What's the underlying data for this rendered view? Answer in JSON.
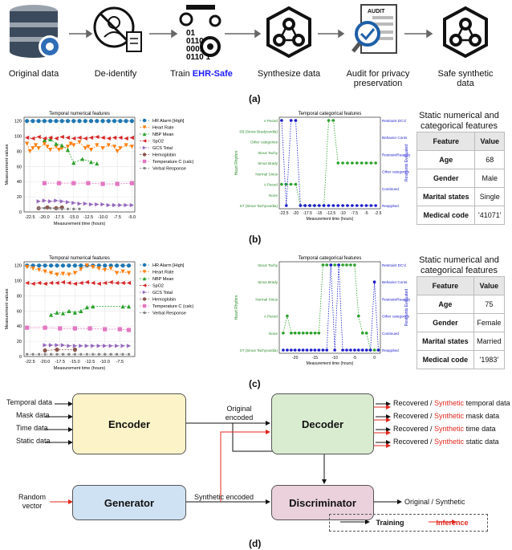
{
  "panel_a": {
    "stages": [
      {
        "label": "Original data",
        "icon": "database-gear-icon"
      },
      {
        "label": "De-identify",
        "icon": "no-person-document-icon"
      },
      {
        "label_prefix": "Train ",
        "label_highlight": "EHR-Safe",
        "binary": [
          "01",
          "0110",
          "0001",
          "0110 1"
        ],
        "icon": "binary-gear-icon"
      },
      {
        "label": "Synthesize data",
        "icon": "network-hexagon-icon"
      },
      {
        "label": "Audit for privacy preservation",
        "audit_text": "AUDIT",
        "icon": "audit-document-icon"
      },
      {
        "label": "Safe synthetic data",
        "icon": "network-hexagon-icon"
      }
    ],
    "panel_label": "(a)",
    "highlight_color": "#1a1aff"
  },
  "panel_b": {
    "panel_label": "(b)",
    "static_title": "Static numerical and categorical features",
    "table_header": [
      "Feature",
      "Value"
    ],
    "table_rows": [
      [
        "Age",
        "68"
      ],
      [
        "Gender",
        "Male"
      ],
      [
        "Marital states",
        "Single"
      ],
      [
        "Medical code",
        "'41071'"
      ]
    ]
  },
  "panel_c": {
    "panel_label": "(c)",
    "static_title": "Static numerical and categorical features",
    "table_header": [
      "Feature",
      "Value"
    ],
    "table_rows": [
      [
        "Age",
        "75"
      ],
      [
        "Gender",
        "Female"
      ],
      [
        "Marital states",
        "Married"
      ],
      [
        "Medical code",
        "'1983'"
      ]
    ]
  },
  "panel_d": {
    "panel_label": "(d)",
    "inputs": [
      "Temporal data",
      "Mask data",
      "Time data",
      "Static data"
    ],
    "random_vector": "Random vector",
    "encoder": "Encoder",
    "decoder": "Decoder",
    "generator": "Generator",
    "discriminator": "Discriminator",
    "original_encoded": "Original encoded",
    "synthetic_encoded": "Synthetic encoded",
    "disc_output": "Original / Synthetic",
    "outputs": [
      {
        "prefix": "Recovered / ",
        "red": "Synthetic",
        "suffix": " temporal data"
      },
      {
        "prefix": "Recovered / ",
        "red": "Synthetic",
        "suffix": " mask data"
      },
      {
        "prefix": "Recovered / ",
        "red": "Synthetic",
        "suffix": " time data"
      },
      {
        "prefix": "Recovered / ",
        "red": "Synthetic",
        "suffix": " static data"
      }
    ],
    "legend_training": "Training",
    "legend_inference": "Inference",
    "colors": {
      "encoder": "#fdf3c8",
      "decoder": "#d9ecd0",
      "generator": "#cfe2f3",
      "discriminator": "#ead1dc",
      "inference": "#e0281f"
    }
  },
  "chart_data": [
    {
      "type": "line",
      "title": "Temporal numerical features",
      "xlabel": "Measurement time (hours)",
      "ylabel": "Measurement values",
      "xlim": [
        -23.5,
        -4.5
      ],
      "ylim": [
        0,
        125
      ],
      "xticks": [
        -22.5,
        -20.0,
        -17.5,
        -15.0,
        -12.5,
        -10.0,
        -7.5,
        -5.0
      ],
      "yticks": [
        0,
        20,
        40,
        60,
        80,
        100,
        120
      ],
      "legend": "right",
      "series": [
        {
          "name": "HR Alarm [High]",
          "color": "#1f77b4",
          "marker": "circle",
          "x": [
            -23,
            -22,
            -21,
            -20,
            -19,
            -18,
            -17,
            -16,
            -15,
            -14,
            -13,
            -12,
            -11,
            -10,
            -9,
            -8,
            -7,
            -6,
            -5
          ],
          "y": [
            120,
            120,
            120,
            120,
            120,
            120,
            120,
            120,
            120,
            120,
            120,
            120,
            120,
            120,
            120,
            120,
            120,
            120,
            120
          ]
        },
        {
          "name": "Heart Rate",
          "color": "#ff7f0e",
          "marker": "tri-down",
          "x": [
            -23,
            -22.5,
            -22,
            -21.5,
            -21,
            -20,
            -19.5,
            -19,
            -18,
            -17.5,
            -17,
            -16,
            -15.5,
            -15,
            -14,
            -13,
            -12.5,
            -12,
            -11,
            -10,
            -9,
            -8,
            -7.5,
            -7,
            -6,
            -5
          ],
          "y": [
            90,
            80,
            84,
            88,
            84,
            90,
            86,
            82,
            86,
            82,
            84,
            86,
            90,
            88,
            92,
            84,
            86,
            82,
            88,
            84,
            88,
            86,
            80,
            84,
            88,
            86
          ]
        },
        {
          "name": "NBP Mean",
          "color": "#2ca02c",
          "marker": "tri-up",
          "x": [
            -20,
            -19,
            -18,
            -17,
            -16,
            -15,
            -13.5,
            -12,
            -11
          ],
          "y": [
            95,
            96,
            90,
            88,
            82,
            65,
            70,
            66,
            64
          ]
        },
        {
          "name": "SpO2",
          "color": "#d62728",
          "marker": "tri-left",
          "x": [
            -23,
            -22,
            -21,
            -20,
            -19,
            -18,
            -17,
            -16,
            -15,
            -14,
            -13,
            -12,
            -11,
            -10,
            -9,
            -8,
            -7,
            -6,
            -5
          ],
          "y": [
            98,
            97,
            99,
            97,
            98,
            97,
            99,
            98,
            97,
            98,
            97,
            98,
            99,
            98,
            97,
            98,
            98,
            97,
            98
          ]
        },
        {
          "name": "GCS Total",
          "color": "#9467bd",
          "marker": "tri-right",
          "x": [
            -21,
            -20,
            -19,
            -18,
            -17,
            -16,
            -15,
            -14,
            -13,
            -12,
            -11,
            -10,
            -9,
            -8,
            -7,
            -6,
            -5
          ],
          "y": [
            14,
            15,
            14,
            15,
            14,
            13,
            12,
            11,
            11,
            10,
            10,
            10,
            9,
            9,
            9,
            9,
            9
          ]
        },
        {
          "name": "Hemoglobin",
          "color": "#8c564b",
          "marker": "circle",
          "x": [
            -21,
            -19.5,
            -18,
            -17
          ],
          "y": [
            5,
            6,
            5,
            6
          ]
        },
        {
          "name": "Temperature C (calc)",
          "color": "#e377c2",
          "marker": "square",
          "x": [
            -20,
            -17.5,
            -15,
            -12.5,
            -10,
            -7.5,
            -5
          ],
          "y": [
            38,
            38,
            38,
            38,
            37,
            37,
            38
          ]
        },
        {
          "name": "Verbal Response",
          "color": "#7f7f7f",
          "marker": "dot",
          "x": [
            -21,
            -20,
            -19,
            -18,
            -17,
            -16,
            -15,
            -14
          ],
          "y": [
            5,
            5,
            5,
            4,
            4,
            4,
            4,
            4
          ]
        }
      ]
    },
    {
      "type": "line",
      "title": "Temporal categorical features",
      "xlabel": "Measurement time (hours)",
      "ylabel": "Heart Rhythm",
      "y2label": "Restraints Evaluated",
      "xlim": [
        -23.5,
        -2
      ],
      "xticks": [
        -22.5,
        -20.0,
        -17.5,
        -15.0,
        -12.5,
        -10.0,
        -7.5,
        -5.0,
        -2.5
      ],
      "y_categories": [
        "ST (Sinus Tachycardia)",
        "None",
        "A Paced",
        "Normal Sinus",
        "Sinus Brady",
        "Sinus Tachy",
        "Other categories",
        "SB (Sinus Bradycardia)",
        "V Paced"
      ],
      "y2_categories": [
        "Reapplied",
        "Continued",
        "Other categories",
        "RestraintReapply",
        "Behavior Conts",
        "Restraint DC'd"
      ],
      "series": [
        {
          "name": "Heart Rhythm",
          "color": "#2ca02c",
          "x": [
            -23,
            -22,
            -21,
            -20,
            -19,
            -18,
            -17,
            -16,
            -15,
            -14,
            -13,
            -12,
            -11,
            -10,
            -9,
            -8,
            -7,
            -6,
            -5,
            -4,
            -3
          ],
          "y": [
            2,
            2,
            2,
            2,
            0,
            0,
            0,
            0,
            0,
            0,
            8,
            8,
            4,
            4,
            4,
            4,
            4,
            4,
            4,
            4,
            4
          ]
        },
        {
          "name": "Restraints Evaluated",
          "color": "#1a1acc",
          "x": [
            -23,
            -22,
            -21,
            -20,
            -19,
            -18,
            -17,
            -16,
            -15,
            -14,
            -13,
            -12,
            -11,
            -10,
            -9,
            -8,
            -7,
            -6,
            -5,
            -4,
            -3
          ],
          "y": [
            5,
            0,
            5,
            5,
            0,
            0,
            0,
            0,
            0,
            0,
            0,
            0,
            0,
            0,
            0,
            0,
            0,
            0,
            0,
            0,
            0
          ]
        }
      ]
    },
    {
      "type": "line",
      "title": "Temporal numerical features",
      "xlabel": "Measurement time (hours)",
      "ylabel": "Measurement values",
      "xlim": [
        -23.5,
        -5
      ],
      "ylim": [
        0,
        125
      ],
      "xticks": [
        -22.5,
        -20.0,
        -17.5,
        -15.0,
        -12.5,
        -10.0,
        -7.5
      ],
      "yticks": [
        0,
        20,
        40,
        60,
        80,
        100,
        120
      ],
      "legend": "right",
      "series": [
        {
          "name": "HR Alarm [High]",
          "color": "#1f77b4",
          "marker": "circle",
          "x": [
            -23,
            -22,
            -21,
            -20,
            -19,
            -18,
            -17,
            -16,
            -15,
            -14,
            -13,
            -12,
            -11,
            -10,
            -9,
            -8,
            -7,
            -6
          ],
          "y": [
            120,
            120,
            120,
            120,
            120,
            120,
            120,
            120,
            120,
            120,
            120,
            120,
            120,
            120,
            120,
            120,
            120,
            120
          ]
        },
        {
          "name": "Heart Rate",
          "color": "#ff7f0e",
          "marker": "tri-down",
          "x": [
            -23,
            -22,
            -21,
            -20,
            -19,
            -18,
            -17,
            -16,
            -15,
            -14,
            -13,
            -12,
            -11,
            -10,
            -9,
            -8,
            -7,
            -6
          ],
          "y": [
            118,
            116,
            114,
            112,
            110,
            108,
            109,
            108,
            110,
            115,
            120,
            118,
            116,
            114,
            116,
            110,
            112,
            110
          ]
        },
        {
          "name": "NBP Mean",
          "color": "#2ca02c",
          "marker": "tri-up",
          "x": [
            -19,
            -18,
            -17,
            -16,
            -15,
            -14,
            -13,
            -12,
            -7,
            -6
          ],
          "y": [
            55,
            58,
            57,
            60,
            58,
            60,
            65,
            66,
            66,
            66
          ]
        },
        {
          "name": "SpO2",
          "color": "#d62728",
          "marker": "tri-left",
          "x": [
            -23,
            -22,
            -21,
            -20,
            -19,
            -18,
            -17,
            -16,
            -15,
            -14,
            -13,
            -12,
            -11,
            -10,
            -9,
            -8,
            -7,
            -6
          ],
          "y": [
            97,
            96,
            97,
            96,
            97,
            97,
            98,
            97,
            96,
            97,
            98,
            97,
            96,
            97,
            98,
            97,
            97,
            97
          ]
        },
        {
          "name": "GCS Total",
          "color": "#9467bd",
          "marker": "tri-right",
          "x": [
            -20,
            -19,
            -18,
            -17,
            -16,
            -15,
            -14,
            -13,
            -12,
            -11,
            -10,
            -9,
            -8,
            -7,
            -6
          ],
          "y": [
            15,
            15,
            15,
            15,
            14,
            14,
            14,
            14,
            14,
            14,
            14,
            14,
            14,
            14,
            14
          ]
        },
        {
          "name": "Hemoglobin",
          "color": "#8c564b",
          "marker": "circle",
          "x": [
            -20,
            -18,
            -15
          ],
          "y": [
            8,
            9,
            9
          ]
        },
        {
          "name": "Temperature C (calc)",
          "color": "#e377c2",
          "marker": "square",
          "x": [
            -23,
            -20,
            -17.5,
            -15,
            -12.5,
            -10,
            -7.5,
            -6
          ],
          "y": [
            38,
            38,
            37,
            37,
            37,
            36,
            36,
            35
          ]
        },
        {
          "name": "Verbal Response",
          "color": "#7f7f7f",
          "marker": "dot",
          "x": [
            -23,
            -22,
            -21,
            -20,
            -19,
            -18,
            -17,
            -16,
            -15,
            -14,
            -13,
            -12,
            -11,
            -10,
            -9,
            -8,
            -7,
            -6
          ],
          "y": [
            3,
            3,
            3,
            3,
            3,
            3,
            3,
            3,
            3,
            3,
            3,
            3,
            3,
            3,
            3,
            3,
            3,
            3
          ]
        }
      ]
    },
    {
      "type": "line",
      "title": "Temporal categorical features",
      "xlabel": "Measurement time (hours)",
      "ylabel": "Heart Rhythm",
      "y2label": "Restraints Evaluated",
      "xlim": [
        -24,
        1.5
      ],
      "xticks": [
        -20,
        -15,
        -10,
        -5,
        0
      ],
      "y_categories": [
        "ST (Sinus Tachycardia)",
        "None",
        "A Paced",
        "Normal Sinus",
        "Sinus Brady",
        "Sinus Tachy"
      ],
      "y2_categories": [
        "Reapplied",
        "Continued",
        "Other categories",
        "RestraintReapply",
        "Behavior Conts",
        "Restraint DC'd"
      ],
      "series": [
        {
          "name": "Heart Rhythm",
          "color": "#2ca02c",
          "x": [
            -23,
            -22,
            -21,
            -20,
            -19,
            -18,
            -17,
            -16,
            -15,
            -14,
            -13,
            -12,
            -11,
            -10,
            -9,
            -8,
            -7,
            -6,
            -5,
            -4,
            -3,
            -2,
            -1,
            0,
            1
          ],
          "y": [
            1,
            2,
            1,
            1,
            1,
            1,
            1,
            1,
            1,
            1,
            5,
            5,
            5,
            5,
            5,
            5,
            5,
            5,
            5,
            2,
            1,
            1,
            0,
            0,
            0
          ]
        },
        {
          "name": "Restraints Evaluated",
          "color": "#1a1acc",
          "x": [
            -23,
            -22,
            -21,
            -20,
            -19,
            -18,
            -17,
            -16,
            -15,
            -14,
            -13,
            -12,
            -11,
            -10,
            -9,
            -8,
            -7,
            -6,
            -5,
            -4,
            -3,
            -2,
            -1,
            0,
            1
          ],
          "y": [
            0,
            0,
            0,
            0,
            0,
            0,
            0,
            0,
            0,
            0,
            0,
            0,
            5,
            0,
            5,
            0,
            0,
            0,
            0,
            0,
            0,
            0,
            0,
            4,
            0
          ]
        }
      ]
    }
  ]
}
